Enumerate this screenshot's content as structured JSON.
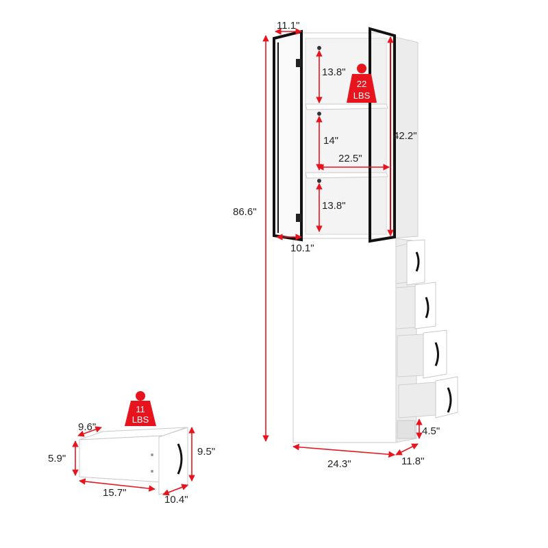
{
  "colors": {
    "accent": "#e8141d",
    "frame": "#111111",
    "panel": "#ffffff"
  },
  "weights": {
    "shelf": {
      "value": "22",
      "unit": "LBS"
    },
    "drawer": {
      "value": "11",
      "unit": "LBS"
    }
  },
  "dimensions": {
    "height_total": "86.6\"",
    "upper_depth": "11.1\"",
    "upper_height": "42.2\"",
    "shelf_gap_top": "13.8\"",
    "shelf_gap_mid": "14\"",
    "shelf_gap_bottom": "13.8\"",
    "inner_width": "22.5\"",
    "door_width": "10.1\"",
    "cabinet_width": "24.3\"",
    "cabinet_depth": "11.8\"",
    "base_height": "4.5\"",
    "drawer_depth": "9.6\"",
    "drawer_inner_height": "5.9\"",
    "drawer_height": "9.5\"",
    "drawer_length": "15.7\"",
    "drawer_width": "10.4\""
  }
}
